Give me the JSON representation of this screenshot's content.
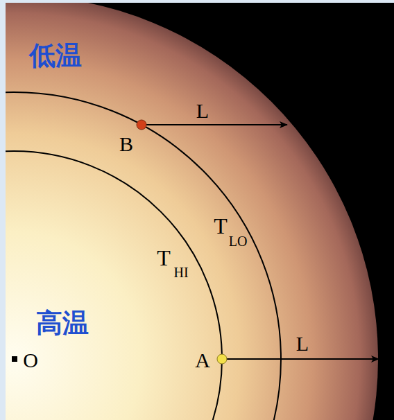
{
  "diagram": {
    "labels": [
      "低温",
      "L",
      "B",
      "T",
      "LO",
      "T",
      "HI",
      "高温",
      "O",
      "A",
      "L"
    ]
  }
}
